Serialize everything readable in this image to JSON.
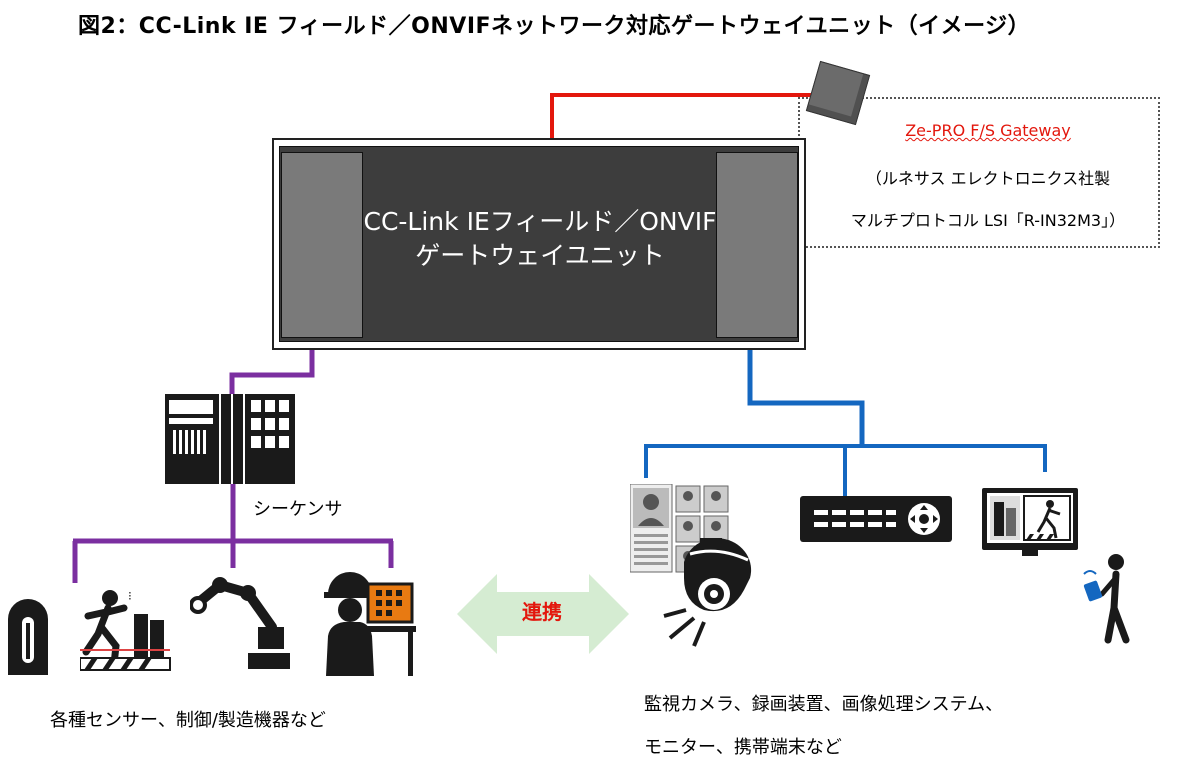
{
  "title": "図2：CC-Link IE フィールド／ONVIFネットワーク対応ゲートウェイユニット（イメージ）",
  "gateway": {
    "line1": "CC-Link IEフィールド／ONVIF",
    "line2": "ゲートウェイユニット"
  },
  "chip_note": {
    "line1": "Ze-PRO F/S Gateway",
    "line2": "（ルネサス エレクトロニクス社製",
    "line3": "マルチプロトコル LSI「R-IN32M3」）"
  },
  "plc_label": "シーケンサ",
  "collab_label": "連携",
  "left_caption": "各種センサー、制御/製造機器など",
  "right_caption": {
    "line1": "監視カメラ、録画装置、画像処理システム、",
    "line2": "モニター、携帯端末など"
  },
  "colors": {
    "cc_link": "#7b2fa0",
    "onvif": "#1467c0",
    "chip_link": "#e3170d",
    "collab_arrow": "#d5ecd2",
    "collab_text": "#e3170d"
  }
}
